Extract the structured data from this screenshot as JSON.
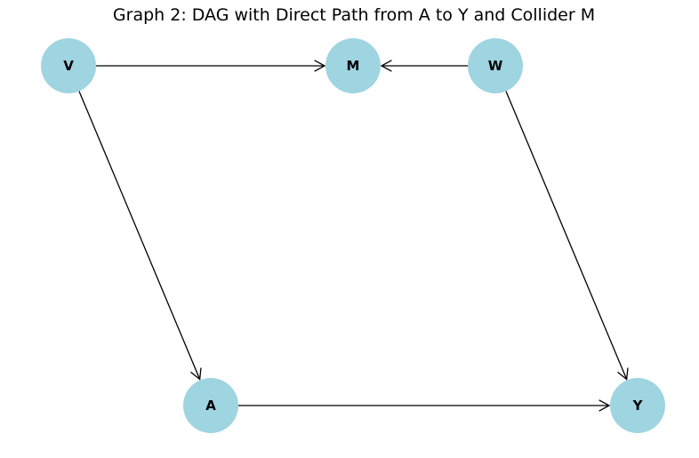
{
  "title": "Graph 2: DAG with Direct Path from A to Y and Collider M",
  "colors": {
    "node_fill": "#9fd4e1",
    "edge": "#000000",
    "label": "#000000",
    "background": "#ffffff"
  },
  "nodes": [
    {
      "id": "V",
      "label": "V"
    },
    {
      "id": "M",
      "label": "M"
    },
    {
      "id": "W",
      "label": "W"
    },
    {
      "id": "A",
      "label": "A"
    },
    {
      "id": "Y",
      "label": "Y"
    }
  ],
  "edges": [
    {
      "from": "V",
      "to": "M"
    },
    {
      "from": "W",
      "to": "M"
    },
    {
      "from": "V",
      "to": "A"
    },
    {
      "from": "W",
      "to": "Y"
    },
    {
      "from": "A",
      "to": "Y"
    }
  ]
}
